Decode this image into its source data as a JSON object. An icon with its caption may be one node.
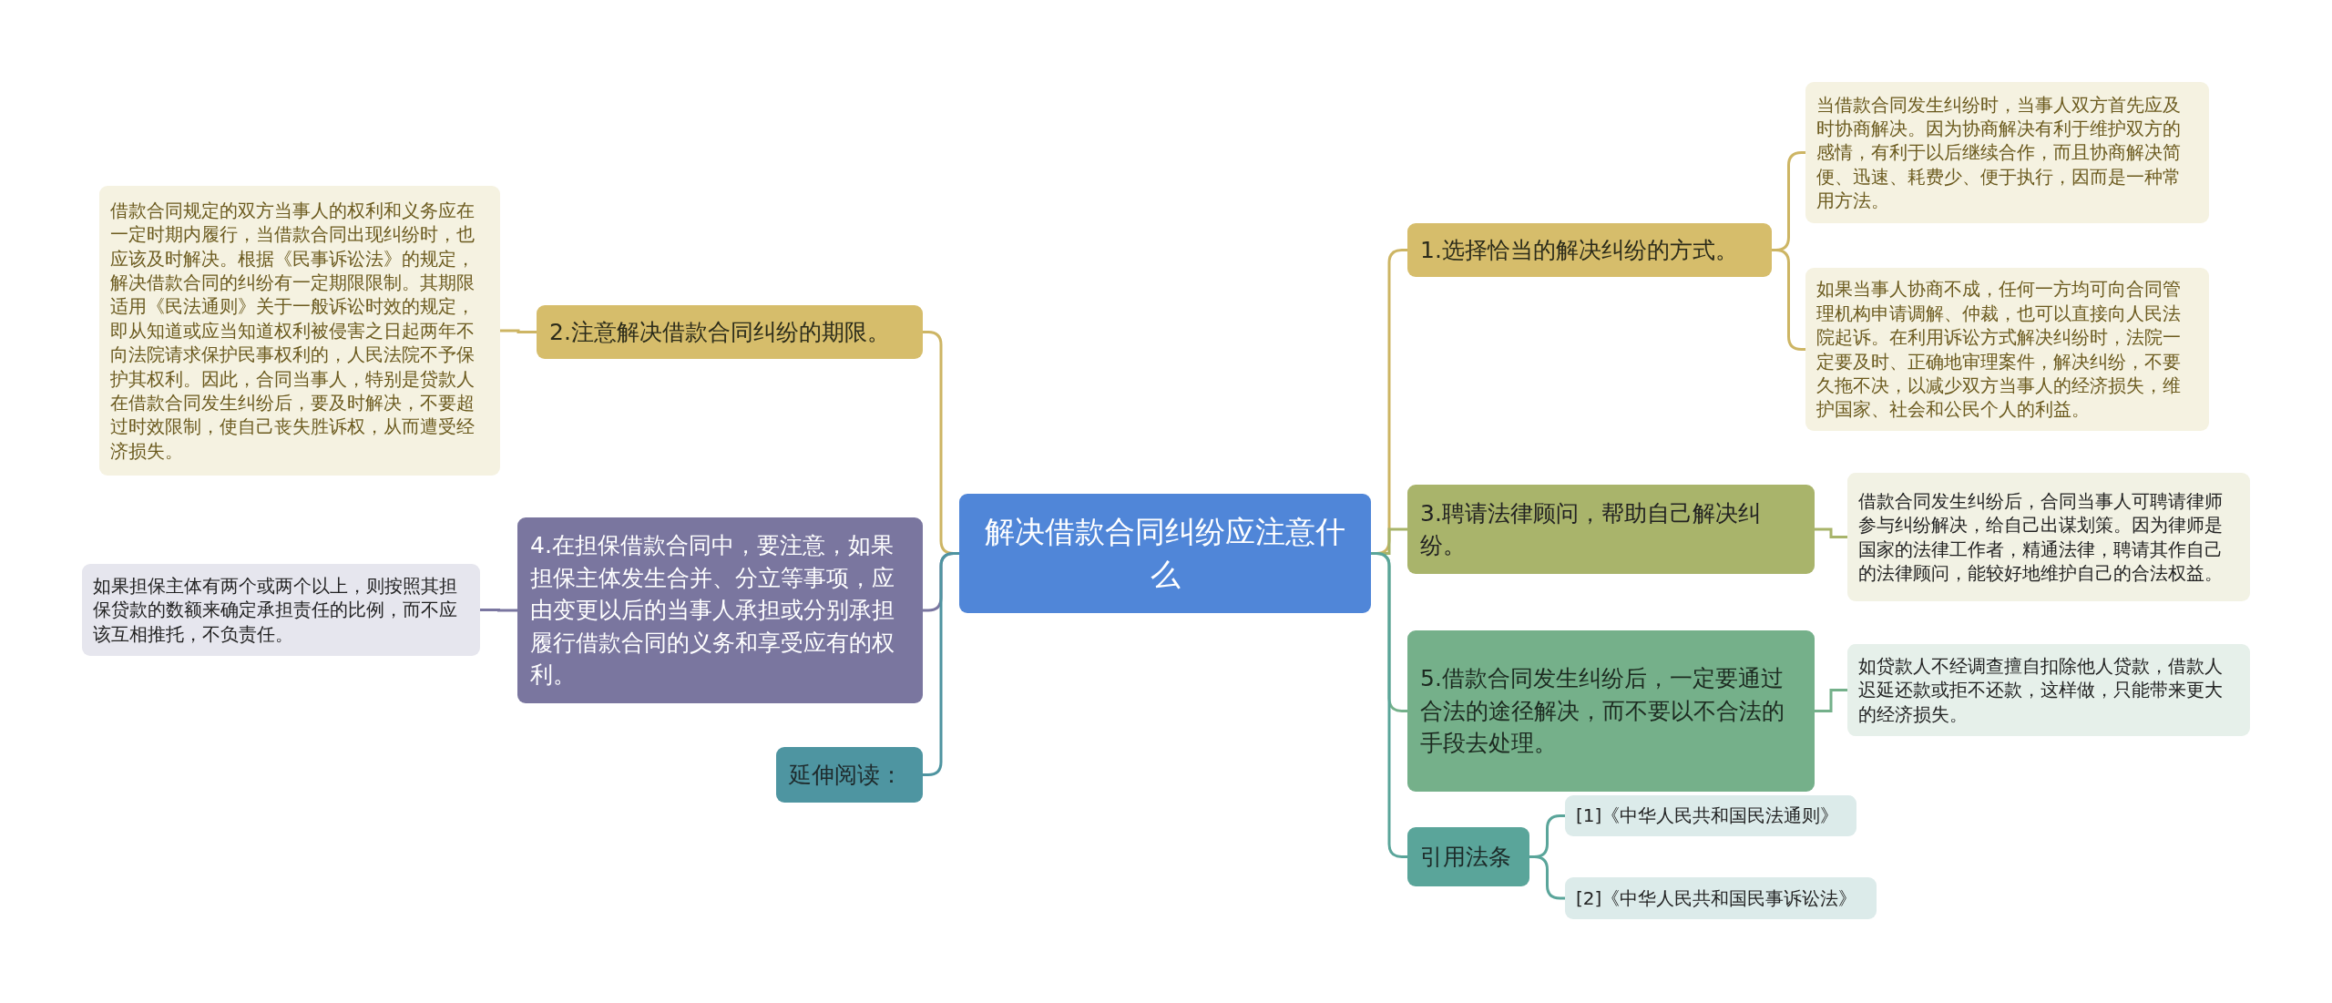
{
  "diagram": {
    "nodes": [
      {
        "text": [
          "解决借款合同纠纷应注意什么"
        ]
      },
      {
        "text": [
          "2.注意解决借款合同纠纷的期限。"
        ]
      },
      {
        "text": [
          "借款合同规定的双方当事人的权利和义务应在一定时期内履行，当借款合同出现纠纷时，也应该及时解决。根据《民事诉讼法》的规定，解决借款合同的纠纷有一定期限限制。其期限适用《民法通则》关于一般诉讼时效的规定，即从知道或应当知道权利被侵害之日起两年不向法院请求保护民事权利的，人民法院不予保护其权利。因此，合同当事人，特别是贷款人在借款合同发生纠纷后，要及时解决，不要超过时效限制，使自己丧失胜诉权，从而遭受经济损失。"
        ]
      },
      {
        "text": [
          "4.在担保借款合同中，要注意，如果担保主体发生合并、分立等事项，应由变更以后的当事人承担或分别承担履行借款合同的义务和享受应有的权利。"
        ]
      },
      {
        "text": [
          "如果担保主体有两个或两个以上，则按照其担保贷款的数额来确定承担责任的比例，而不应该互相推托，不负责任。"
        ]
      },
      {
        "text": [
          "延伸阅读："
        ]
      },
      {
        "text": [
          "1.选择恰当的解决纠纷的方式。"
        ]
      },
      {
        "text": [
          "当借款合同发生纠纷时，当事人双方首先应及时协商解决。因为协商解决有利于维护双方的感情，有利于以后继续合作，而且协商解决简便、迅速、耗费少、便于执行，因而是一种常用方法。"
        ]
      },
      {
        "text": [
          "如果当事人协商不成，任何一方均可向合同管理机构申请调解、仲裁，也可以直接向人民法院起诉。在利用诉讼方式解决纠纷时，法院一定要及时、正确地审理案件，解决纠纷，不要久拖不决，以减少双方当事人的经济损失，维护国家、社会和公民个人的利益。"
        ]
      },
      {
        "text": [
          "3.聘请法律顾问，帮助自己解决纠纷。"
        ]
      },
      {
        "text": [
          "借款合同发生纠纷后，合同当事人可聘请律师参与纠纷解决，给自己出谋划策。因为律师是国家的法律工作者，精通法律，聘请其作自己的法律顾问，能较好地维护自己的合法权益。"
        ]
      },
      {
        "text": [
          "5.借款合同发生纠纷后，一定要通过合法的途径解决，而不要以不合法的手段去处理。"
        ]
      },
      {
        "text": [
          "如贷款人不经调查擅自扣除他人贷款，借款人迟延还款或拒不还款，这样做，只能带来更大的经济损失。"
        ]
      },
      {
        "text": [
          "引用法条"
        ]
      },
      {
        "text": [
          "[1]《中华人民共和国民法通则》"
        ]
      },
      {
        "text": [
          "[2]《中华人民共和国民事诉讼法》"
        ]
      }
    ],
    "edges": [
      {
        "from": 0,
        "to": 1,
        "arrow": "none",
        "color": "#cdb564"
      },
      {
        "from": 0,
        "to": 3,
        "arrow": "none",
        "color": "#7a76a0"
      },
      {
        "from": 0,
        "to": 5,
        "arrow": "none",
        "color": "#4e94a0"
      },
      {
        "from": 0,
        "to": 6,
        "arrow": "none",
        "color": "#cdb564"
      },
      {
        "from": 0,
        "to": 9,
        "arrow": "none",
        "color": "#a8b46a"
      },
      {
        "from": 0,
        "to": 11,
        "arrow": "none",
        "color": "#74b08a"
      },
      {
        "from": 0,
        "to": 13,
        "arrow": "none",
        "color": "#5aa59a"
      },
      {
        "from": 1,
        "to": 2,
        "arrow": "none",
        "color": "#cdb564"
      },
      {
        "from": 3,
        "to": 4,
        "arrow": "none",
        "color": "#7a76a0"
      },
      {
        "from": 6,
        "to": 7,
        "arrow": "none",
        "color": "#cdb564"
      },
      {
        "from": 6,
        "to": 8,
        "arrow": "none",
        "color": "#cdb564"
      },
      {
        "from": 9,
        "to": 10,
        "arrow": "none",
        "color": "#a8b46a"
      },
      {
        "from": 11,
        "to": 12,
        "arrow": "none",
        "color": "#74b08a"
      },
      {
        "from": 13,
        "to": 14,
        "arrow": "none",
        "color": "#5aa59a"
      },
      {
        "from": 13,
        "to": 15,
        "arrow": "none",
        "color": "#5aa59a"
      }
    ]
  }
}
